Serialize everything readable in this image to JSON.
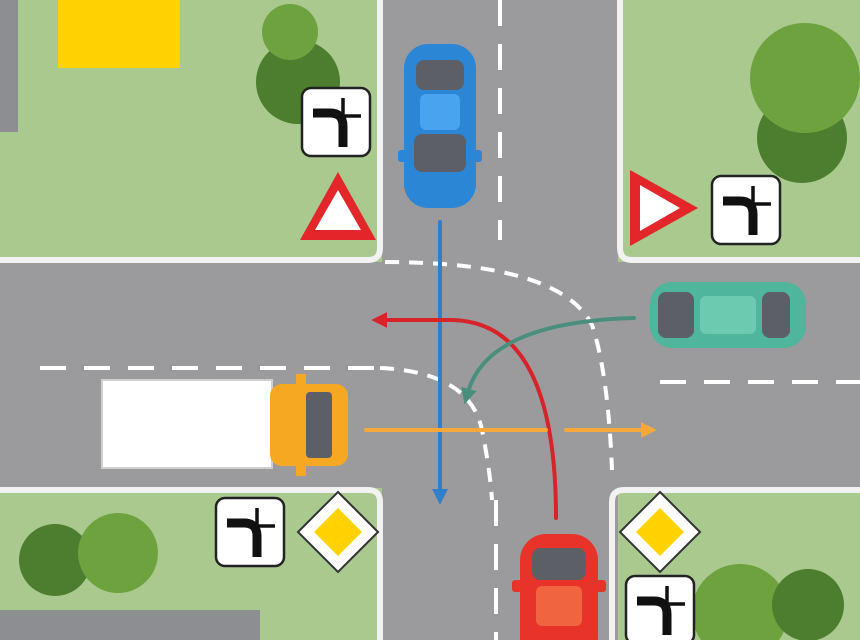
{
  "colors": {
    "grass": "#a9c98e",
    "road": "#9b9b9e",
    "curb": "#f2f2f2",
    "lane_marking": "#ffffff",
    "building": "#8d8e92",
    "building_roof_yellow": "#ffd200",
    "tree_dark": "#4d7d2e",
    "tree_light": "#6da23f",
    "car_blue": "#2b86d6",
    "car_teal": "#4fb59b",
    "car_red": "#e8332b",
    "truck_cab": "#f7a823",
    "truck_box": "#ffffff",
    "arrow_blue": "#2f7fc9",
    "arrow_red": "#d7242b",
    "arrow_teal": "#4a8f7e",
    "arrow_orange": "#f6a93a",
    "yield_sign_border": "#e2262a",
    "priority_sign_fill": "#ffd200"
  },
  "signs": [
    {
      "kind": "yield-sign",
      "corner": "north-west"
    },
    {
      "kind": "priority-road-shape-sign",
      "corner": "north-west"
    },
    {
      "kind": "yield-sign",
      "corner": "north-east"
    },
    {
      "kind": "priority-road-shape-sign",
      "corner": "north-east"
    },
    {
      "kind": "priority-road-sign",
      "corner": "south-west"
    },
    {
      "kind": "priority-road-shape-sign",
      "corner": "south-west"
    },
    {
      "kind": "priority-road-sign",
      "corner": "south-east"
    },
    {
      "kind": "priority-road-shape-sign",
      "corner": "south-east"
    }
  ],
  "vehicles": [
    {
      "kind": "car",
      "color": "blue",
      "heading": "south",
      "path": "straight"
    },
    {
      "kind": "car",
      "color": "teal",
      "heading": "west",
      "path": "left-turn"
    },
    {
      "kind": "car",
      "color": "red",
      "heading": "north",
      "path": "left-turn"
    },
    {
      "kind": "truck",
      "color": "orange",
      "heading": "east",
      "path": "straight"
    }
  ],
  "icons": [
    "tree-icon",
    "yield-sign-icon",
    "priority-road-sign-icon",
    "priority-road-shape-sign-icon",
    "car-icon",
    "truck-icon",
    "path-arrow-icon"
  ]
}
